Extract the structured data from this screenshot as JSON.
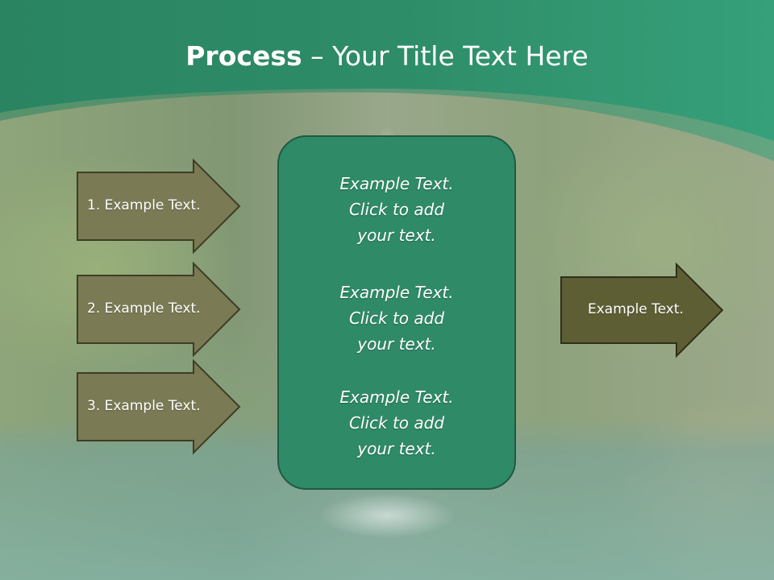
{
  "slide": {
    "title_bold": "Process",
    "title_rest": " – Your Title Text Here",
    "colors": {
      "header_green": "#2f8a67",
      "arrow_fill": "#7a7a55",
      "arrow_border": "#3d3d25",
      "right_arrow_fill": "#5e5e35",
      "center_box": "#2f8a67"
    }
  },
  "left_arrows": [
    {
      "label": "1. Example Text."
    },
    {
      "label": "2. Example Text."
    },
    {
      "label": "3. Example Text."
    }
  ],
  "center_box": {
    "blocks": [
      {
        "line1": "Example Text.",
        "line2": "Click  to add",
        "line3": "your text."
      },
      {
        "line1": "Example Text.",
        "line2": "Click  to add",
        "line3": "your text."
      },
      {
        "line1": "Example Text.",
        "line2": "Click  to add",
        "line3": "your text."
      }
    ]
  },
  "right_arrow": {
    "label": "Example Text."
  }
}
